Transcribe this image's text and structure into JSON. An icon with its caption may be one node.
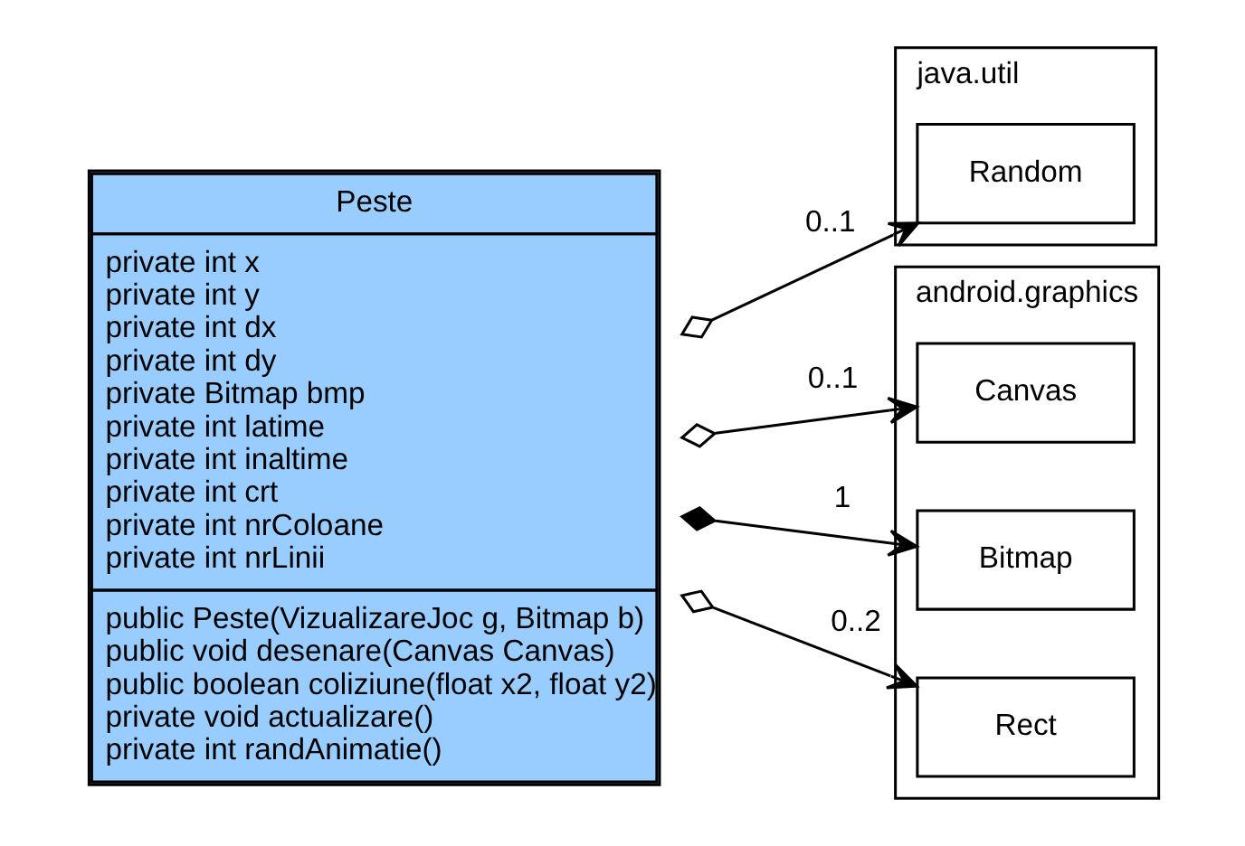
{
  "diagram": {
    "nodes": [
      {
        "text": [
          "Peste",
          "private int x",
          "private int y",
          "private int dx",
          "private int dy",
          "private Bitmap bmp",
          "private int latime",
          "private int inaltime",
          "private int crt",
          "private int nrColoane",
          "private int nrLinii",
          "public Peste(VizualizareJoc g, Bitmap b)",
          "public void desenare(Canvas Canvas)",
          "public boolean coliziune(float x2, float y2)",
          "private void actualizare()",
          "private int randAnimatie()"
        ]
      },
      {
        "text": [
          "java.util"
        ]
      },
      {
        "text": [
          "Random"
        ],
        "in": 1
      },
      {
        "text": [
          "android.graphics"
        ]
      },
      {
        "text": [
          "Canvas"
        ],
        "in": 3
      },
      {
        "text": [
          "Bitmap"
        ],
        "in": 3
      },
      {
        "text": [
          "Rect"
        ],
        "in": 3
      }
    ],
    "edges": [
      {
        "from": 0,
        "to": 2,
        "arrow": "to",
        "label": "0..1"
      },
      {
        "from": 0,
        "to": 4,
        "arrow": "to",
        "label": "0..1"
      },
      {
        "from": 0,
        "to": 5,
        "arrow": "to",
        "label": "1"
      },
      {
        "from": 0,
        "to": 6,
        "arrow": "to",
        "label": "0..2"
      }
    ]
  }
}
